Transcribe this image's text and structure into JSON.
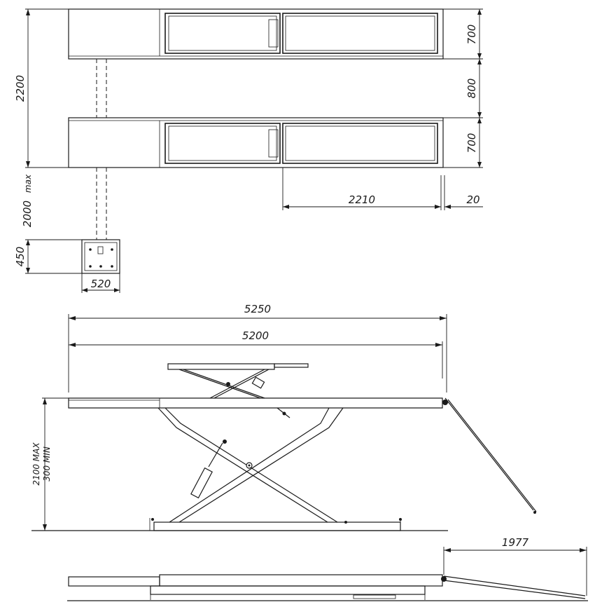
{
  "dimensions": {
    "total_width_top": "2200",
    "platform_width_1": "700",
    "gap_between_platforms": "800",
    "platform_width_2": "700",
    "max_hose_length": "2000",
    "max_label": "max",
    "extension_length": "2210",
    "extension_offset": "20",
    "control_unit_depth": "450",
    "control_unit_width": "520",
    "overall_length_with_ramp": "5250",
    "platform_length": "5200",
    "height_max": "2100",
    "height_max_label": "MAX",
    "height_min": "300",
    "height_min_label": "MIN",
    "ramp_length": "1977"
  }
}
